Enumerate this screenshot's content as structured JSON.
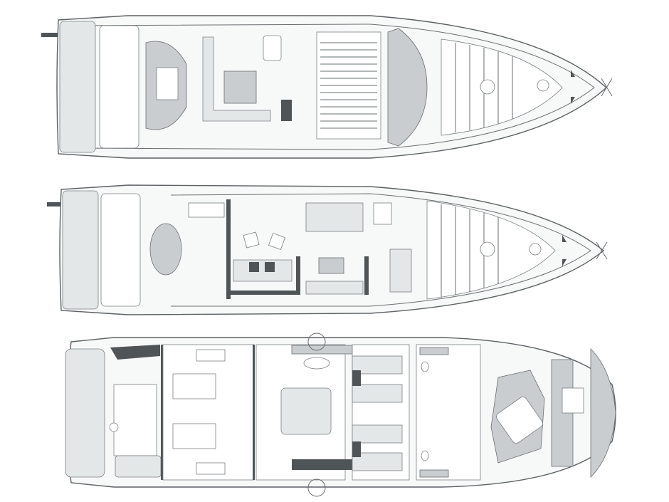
{
  "diagram": {
    "type": "yacht-deck-plans",
    "decks": [
      {
        "id": "flybridge"
      },
      {
        "id": "main-deck"
      },
      {
        "id": "lower-deck"
      }
    ],
    "colors": {
      "outline": "#5c6164",
      "fill_light": "#e4e7e8",
      "fill_mid": "#c9cdcf",
      "fill_dark": "#4f5557",
      "background": "#ffffff"
    }
  }
}
